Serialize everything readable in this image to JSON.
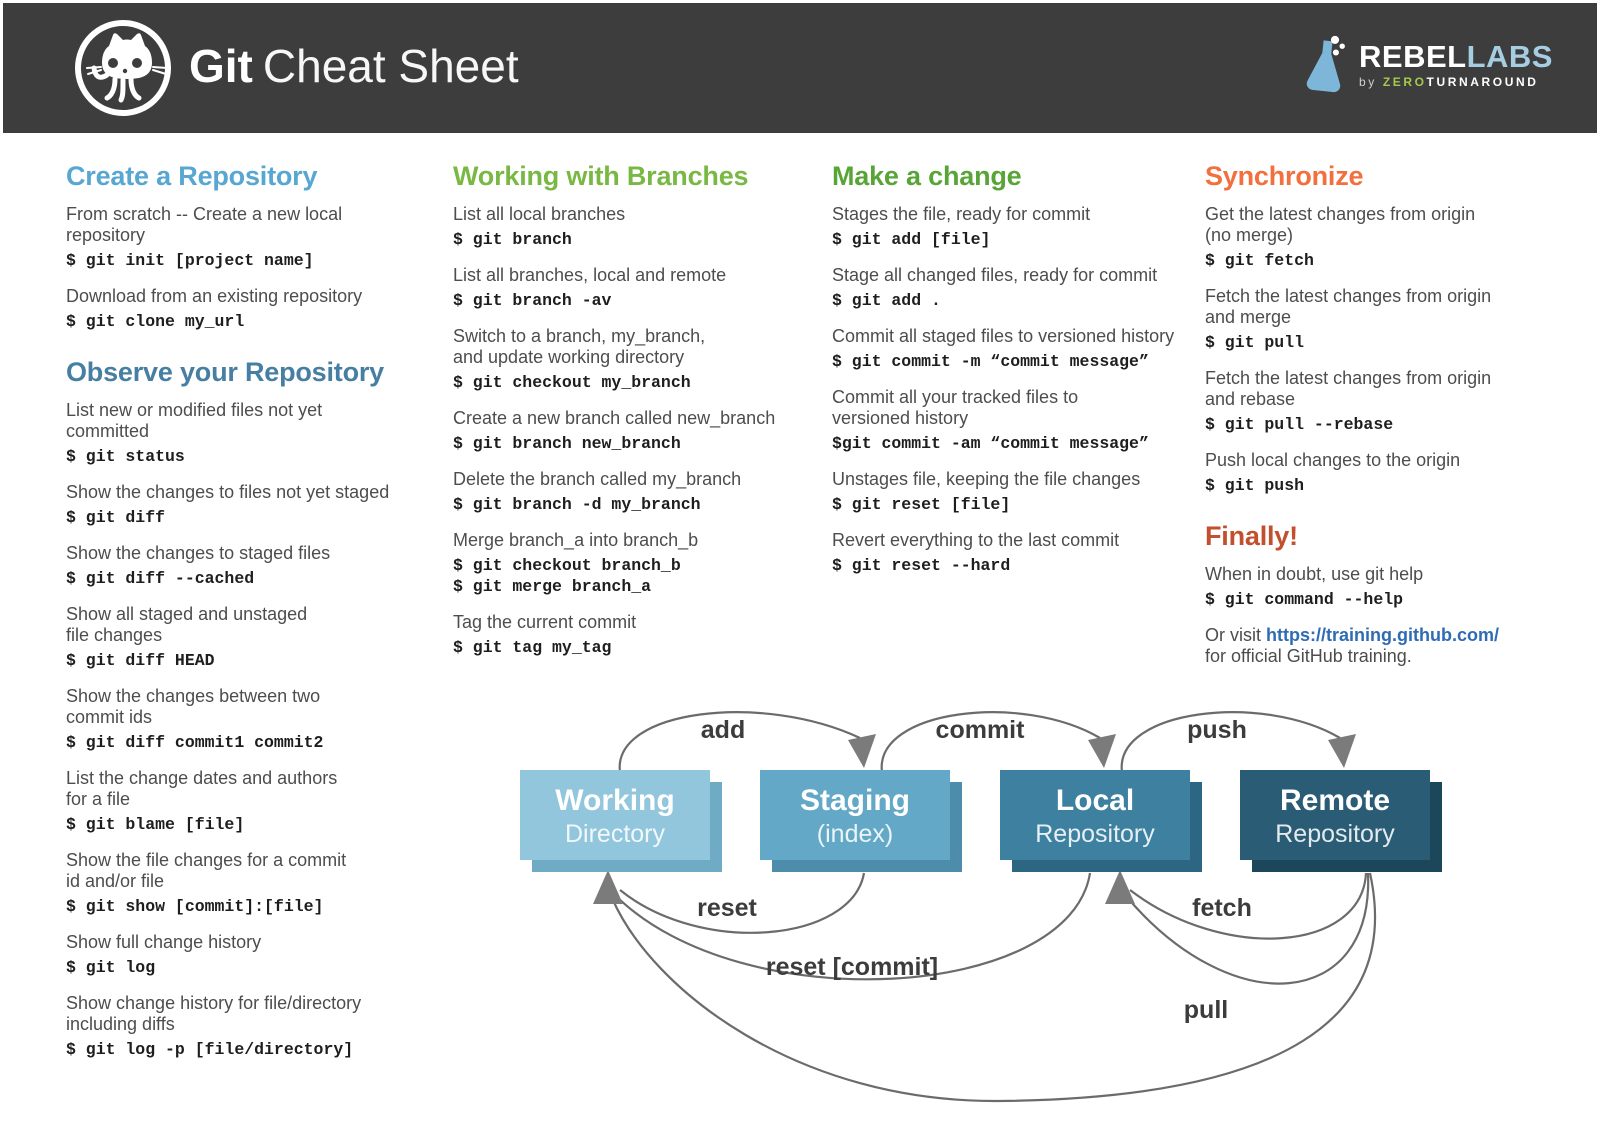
{
  "header": {
    "title_bold": "Git",
    "title_rest": "Cheat Sheet",
    "brand": {
      "rebel": "REBEL",
      "labs": "LABS",
      "by": "by",
      "zero": "ZERO",
      "turnaround": "TURNAROUND"
    }
  },
  "columns": [
    {
      "sections": [
        {
          "title": "Create a Repository",
          "color": "#57a7d2",
          "items": [
            {
              "desc": [
                "From scratch -- Create a new local",
                "repository"
              ],
              "code": [
                "$ git init [project name]"
              ]
            },
            {
              "desc": [
                "Download from an existing repository"
              ],
              "code": [
                "$ git clone my_url"
              ]
            }
          ]
        },
        {
          "title": "Observe your Repository",
          "color": "#477fa2",
          "items": [
            {
              "desc": [
                "List new or modified files not yet",
                "committed"
              ],
              "code": [
                "$ git status"
              ]
            },
            {
              "desc": [
                "Show the changes to files not yet staged"
              ],
              "code": [
                "$ git diff"
              ]
            },
            {
              "desc": [
                "Show the changes to staged files"
              ],
              "code": [
                "$ git diff --cached"
              ]
            },
            {
              "desc": [
                "Show all staged and unstaged",
                "file changes"
              ],
              "code": [
                "$ git diff HEAD"
              ]
            },
            {
              "desc": [
                "Show the changes between two",
                "commit ids"
              ],
              "code": [
                "$ git diff commit1 commit2"
              ]
            },
            {
              "desc": [
                "List the change dates and authors",
                "for a file"
              ],
              "code": [
                "$ git blame [file]"
              ]
            },
            {
              "desc": [
                "Show the file changes for a commit",
                "id and/or file"
              ],
              "code": [
                "$ git show [commit]:[file]"
              ]
            },
            {
              "desc": [
                "Show full change history"
              ],
              "code": [
                "$ git log"
              ]
            },
            {
              "desc": [
                "Show change history for file/directory",
                "including diffs"
              ],
              "code": [
                "$ git log -p [file/directory]"
              ]
            }
          ]
        }
      ]
    },
    {
      "sections": [
        {
          "title": "Working with Branches",
          "color": "#79b843",
          "items": [
            {
              "desc": [
                "List all local branches"
              ],
              "code": [
                "$ git branch"
              ]
            },
            {
              "desc": [
                "List all branches, local and remote"
              ],
              "code": [
                "$ git branch -av"
              ]
            },
            {
              "desc": [
                "Switch to a branch, my_branch,",
                "and update working directory"
              ],
              "code": [
                "$ git checkout my_branch"
              ]
            },
            {
              "desc": [
                "Create a new branch called new_branch"
              ],
              "code": [
                "$ git branch new_branch"
              ]
            },
            {
              "desc": [
                "Delete the branch called my_branch"
              ],
              "code": [
                "$ git branch -d my_branch"
              ]
            },
            {
              "desc": [
                "Merge branch_a into branch_b"
              ],
              "code": [
                "$ git checkout branch_b",
                "$ git merge branch_a"
              ]
            },
            {
              "desc": [
                "Tag the current commit"
              ],
              "code": [
                "$ git tag my_tag"
              ]
            }
          ]
        }
      ]
    },
    {
      "sections": [
        {
          "title": "Make a change",
          "color": "#58a537",
          "items": [
            {
              "desc": [
                "Stages the file, ready for commit"
              ],
              "code": [
                "$ git add [file]"
              ]
            },
            {
              "desc": [
                "Stage all changed files, ready for commit"
              ],
              "code": [
                "$ git add ."
              ]
            },
            {
              "desc": [
                "Commit all staged files to versioned history"
              ],
              "code": [
                "$ git commit -m “commit message”"
              ]
            },
            {
              "desc": [
                "Commit all your tracked files to",
                "versioned history"
              ],
              "code": [
                "$git commit -am “commit message”"
              ]
            },
            {
              "desc": [
                "Unstages file, keeping the file changes"
              ],
              "code": [
                "$ git reset [file]"
              ]
            },
            {
              "desc": [
                "Revert everything to the last commit"
              ],
              "code": [
                "$ git reset --hard"
              ]
            }
          ]
        }
      ]
    },
    {
      "sections": [
        {
          "title": "Synchronize",
          "color": "#f1703d",
          "items": [
            {
              "desc": [
                "Get the latest changes from origin",
                "(no merge)"
              ],
              "code": [
                "$ git fetch"
              ]
            },
            {
              "desc": [
                "Fetch the latest changes from origin",
                "and merge"
              ],
              "code": [
                "$ git pull"
              ]
            },
            {
              "desc": [
                "Fetch the latest changes from origin",
                "and rebase"
              ],
              "code": [
                "$ git pull --rebase"
              ]
            },
            {
              "desc": [
                "Push local changes to the origin"
              ],
              "code": [
                "$ git push"
              ]
            }
          ]
        },
        {
          "title": "Finally!",
          "color": "#c24f2d",
          "items": [
            {
              "desc": [
                "When in doubt, use git help"
              ],
              "code": [
                "$ git command --help"
              ]
            },
            {
              "desc_prefix": "Or visit ",
              "link": "https://training.github.com/",
              "desc_line2": "for official GitHub training."
            }
          ]
        }
      ]
    }
  ],
  "diagram": {
    "stroke_color": "#6b6b6b",
    "arrowhead_color": "#7b7b7b",
    "boxes": [
      {
        "title": "Working",
        "subtitle": "Directory",
        "face": "#92c6dc",
        "edge": "#6fabc4"
      },
      {
        "title": "Staging",
        "subtitle": "(index)",
        "face": "#63a8c6",
        "edge": "#4d8cab"
      },
      {
        "title": "Local",
        "subtitle": "Repository",
        "face": "#3d80a0",
        "edge": "#2d6683"
      },
      {
        "title": "Remote",
        "subtitle": "Repository",
        "face": "#2a5d75",
        "edge": "#1c4659"
      }
    ],
    "labels": {
      "add": "add",
      "commit": "commit",
      "push": "push",
      "reset": "reset",
      "reset_commit": "reset [commit]",
      "fetch": "fetch",
      "pull": "pull"
    }
  }
}
